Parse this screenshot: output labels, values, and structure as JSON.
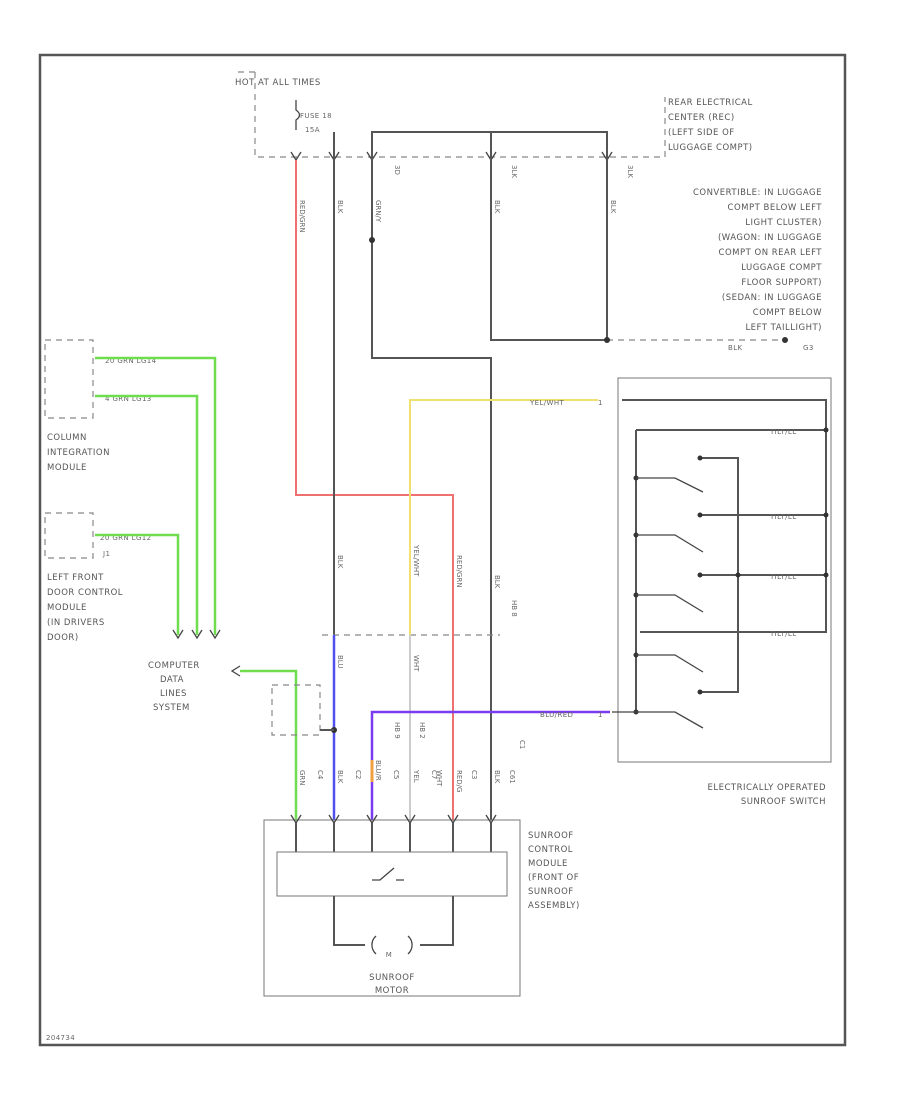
{
  "labels": {
    "hot_at_all_times": "HOT AT ALL TIMES",
    "fuse": "FUSE 18",
    "fuse_amp": "15A",
    "rear_center": [
      "REAR ELECTRICAL",
      "CENTER (REC)",
      "(LEFT SIDE OF",
      "LUGGAGE COMPT)"
    ],
    "ground_desc": [
      "CONVERTIBLE: IN LUGGAGE",
      "COMPT BELOW LEFT",
      "LIGHT CLUSTER)",
      "(WAGON: IN LUGGAGE",
      "COMPT ON REAR LEFT",
      "LUGGAGE COMPT",
      "FLOOR SUPPORT)",
      "(SEDAN: IN LUGGAGE",
      "COMPT BELOW",
      "LEFT TAILLIGHT)"
    ],
    "ground_wire": "BLK",
    "ground_id": "G3",
    "column_module": [
      "COLUMN",
      "INTEGRATION",
      "MODULE"
    ],
    "door_module": [
      "LEFT FRONT",
      "DOOR CONTROL",
      "MODULE",
      "(IN DRIVERS",
      "DOOR)"
    ],
    "cdls": [
      "COMPUTER",
      "DATA",
      "LINES",
      "SYSTEM"
    ],
    "column_pins": [
      "20 GRN LG14",
      "4 GRN LG13"
    ],
    "door_pin": "20 GRN LG12",
    "door_pin_id": "J1",
    "yel_wht": "YEL/WHT",
    "yel_wht_pin": "1",
    "blu_red": "BLU/RED",
    "blu_red_pin": "1",
    "switch_name": [
      "ELECTRICALLY OPERATED",
      "SUNROOF SWITCH"
    ],
    "switch_wires": [
      "TILT/LL",
      "TILT/LL",
      "TILT/LL",
      "TILT/LL"
    ],
    "module_name": [
      "SUNROOF",
      "CONTROL",
      "MODULE",
      "(FRONT OF",
      "SUNROOF",
      "ASSEMBLY)"
    ],
    "motor_name": [
      "SUNROOF",
      "MOTOR"
    ],
    "motor_symbol": "M",
    "top_wire_colors": [
      "RED/GRN",
      "BLK",
      "GRN/Y",
      "BLK",
      "BLK"
    ],
    "top_pin_ids": [
      "3D",
      "3LK",
      "3LK"
    ],
    "mid_wire_colors": [
      "BLK",
      "YEL/WHT",
      "RED/GRN",
      "BLK"
    ],
    "mid_pin_ids": [
      "HB 8"
    ],
    "lower_wire_colors": [
      "BLU",
      "WHT"
    ],
    "lower_pin_ids": [
      "HB 9",
      "HB 2"
    ],
    "bottom_wire_colors": [
      "GRN",
      "BLK",
      "BLU/R",
      "YEL",
      "WHT",
      "RED/G",
      "BLK"
    ],
    "bottom_pin_ids": [
      "C4",
      "C2",
      "C5",
      "C7",
      "C3",
      "C61",
      "C1"
    ],
    "diagram_id": "204734"
  }
}
